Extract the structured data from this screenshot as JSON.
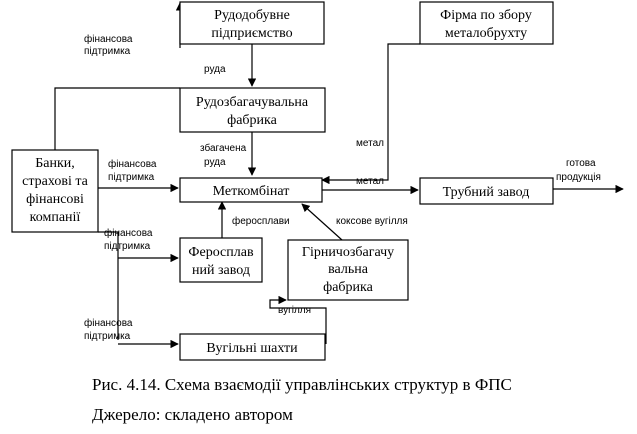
{
  "nodes": {
    "mining": [
      "Рудодобувне",
      "підприємство"
    ],
    "scrap_firm": [
      "Фірма по збору",
      "металобрухту"
    ],
    "beneficiation": [
      "Рудозбагачувальна",
      "фабрика"
    ],
    "banks": [
      "Банки,",
      "страхові та",
      "фінансові",
      "компанії"
    ],
    "metal_plant": [
      "Меткомбінат"
    ],
    "pipe_plant": [
      "Трубний завод"
    ],
    "ferroalloy": [
      "Феросплав",
      "ний завод"
    ],
    "coal_benef": [
      "Гірничозбагачу",
      "вальна",
      "фабрика"
    ],
    "coal_mines": [
      "Вугільні шахти"
    ]
  },
  "flows": {
    "fin_support_top": [
      "фінансова",
      "підтримка"
    ],
    "ore": [
      "руда"
    ],
    "concentrate": [
      "збагачена",
      "руда"
    ],
    "scrap_metal": [
      "метал"
    ],
    "metal": [
      "метал"
    ],
    "fin_support_mid": [
      "фінансова",
      "підтримка"
    ],
    "finished_goods": [
      "готова",
      "продукція"
    ],
    "ferroalloys": [
      "феросплави"
    ],
    "coke_coal": [
      "коксове вугілля"
    ],
    "fin_support_ferro": [
      "фінансова",
      "підтримка"
    ],
    "coal": [
      "вугілля"
    ],
    "fin_support_coal": [
      "фінансова",
      "підтримка"
    ]
  },
  "caption": {
    "title": "Рис. 4.14. Схема взаємодії управлінських структур в ФПС",
    "source": "Джерело: складено автором"
  }
}
